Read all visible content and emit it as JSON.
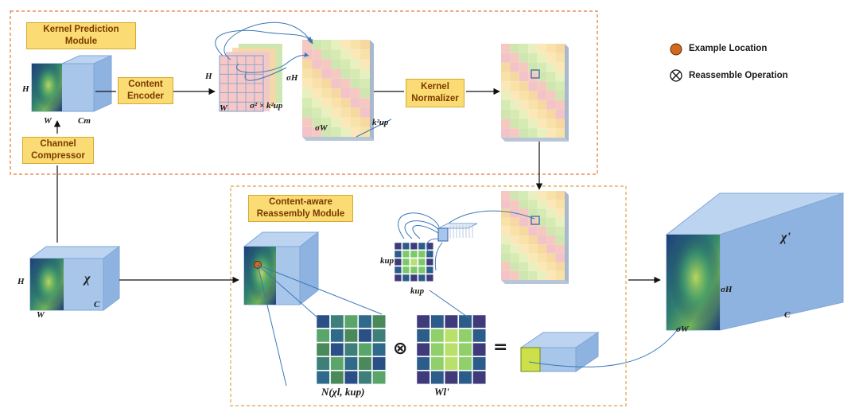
{
  "modules": {
    "kernel_prediction": "Kernel Prediction Module",
    "content_aware": "Content-aware Reassembly Module"
  },
  "boxes": {
    "content_encoder": "Content Encoder",
    "kernel_normalizer": "Kernel Normalizer",
    "channel_compressor": "Channel Compressor"
  },
  "legend": {
    "example_location": "Example Location",
    "reassemble_operation": "Reassemble Operation"
  },
  "dims": {
    "h": "H",
    "w": "W",
    "cm": "Cm",
    "sigma_h": "σH",
    "sigma_w": "σW",
    "sigma2_kup2": "σ² × k²up",
    "kup2": "k²up",
    "kup": "kup",
    "chi": "χ",
    "chi_prime": "χ'",
    "c": "C"
  },
  "formula": {
    "neighborhood": "N(χl, kup)",
    "weights": "Wl'",
    "otimes": "⊗",
    "equals": "="
  },
  "colors": {
    "cube_face": "#a8c6ea",
    "cube_side": "#8fb3e0",
    "label_fill": "#fbdb73",
    "module_border": "#e07b3a",
    "module_border_2": "#d9a54a",
    "example_dot": "#d2691e"
  }
}
